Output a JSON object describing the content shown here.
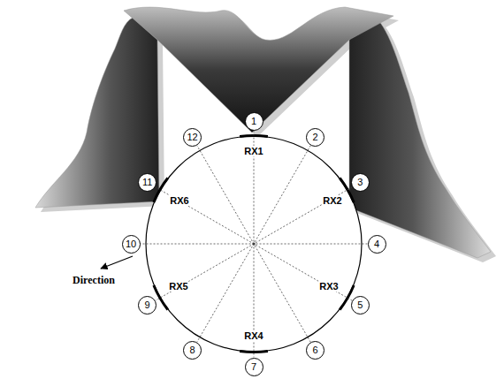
{
  "diagram": {
    "nodes": [
      {
        "text": [
          "1"
        ]
      },
      {
        "text": [
          "2"
        ]
      },
      {
        "text": [
          "3"
        ]
      },
      {
        "text": [
          "4"
        ]
      },
      {
        "text": [
          "5"
        ]
      },
      {
        "text": [
          "6"
        ]
      },
      {
        "text": [
          "7"
        ]
      },
      {
        "text": [
          "8"
        ]
      },
      {
        "text": [
          "9"
        ]
      },
      {
        "text": [
          "10"
        ]
      },
      {
        "text": [
          "11"
        ]
      },
      {
        "text": [
          "12"
        ]
      }
    ],
    "edges": [
      {
        "from": 0,
        "to": 6,
        "arrow": "none"
      },
      {
        "from": 1,
        "to": 7,
        "arrow": "none"
      },
      {
        "from": 2,
        "to": 8,
        "arrow": "none"
      },
      {
        "from": 3,
        "to": 9,
        "arrow": "none"
      },
      {
        "from": 4,
        "to": 10,
        "arrow": "none"
      },
      {
        "from": 5,
        "to": 11,
        "arrow": "none"
      }
    ],
    "labels": [
      "RX1",
      "RX2",
      "RX3",
      "RX4",
      "RX5",
      "RX6",
      "Direction"
    ]
  }
}
